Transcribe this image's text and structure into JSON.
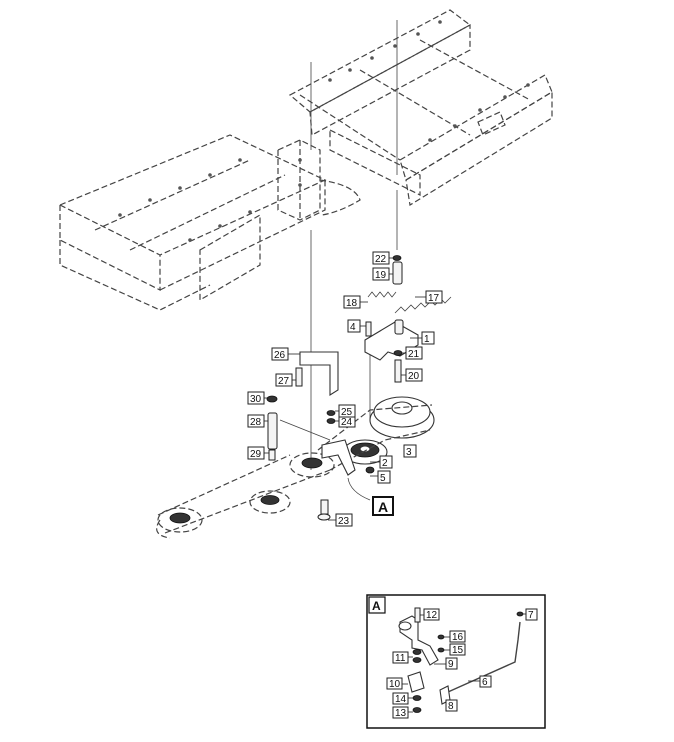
{
  "diagram": {
    "main_callouts": [
      "1",
      "2",
      "3",
      "4",
      "5",
      "17",
      "18",
      "19",
      "20",
      "21",
      "22",
      "23",
      "24",
      "25",
      "26",
      "27",
      "28",
      "29",
      "30"
    ],
    "detail_label": "A",
    "detail_callouts": [
      "6",
      "7",
      "8",
      "9",
      "10",
      "11",
      "12",
      "13",
      "14",
      "15",
      "16"
    ]
  }
}
